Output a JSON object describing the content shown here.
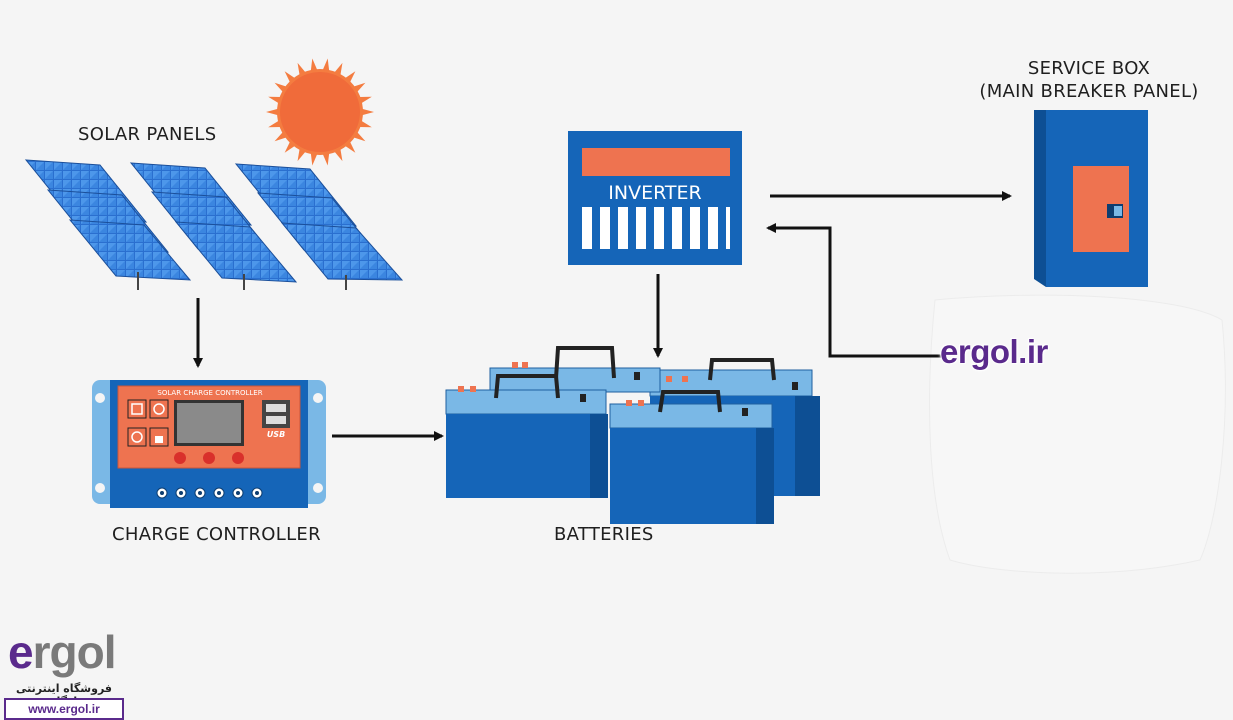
{
  "labels": {
    "solar_panels": "SOLAR PANELS",
    "service_box_line1": "SERVICE BOX",
    "service_box_line2": "(MAIN BREAKER PANEL)",
    "inverter": "INVERTER",
    "charge_controller": "CHARGE CONTROLLER",
    "batteries": "BATTERIES",
    "controller_header": "SOLAR CHARGE CONTROLLER",
    "usb": "USB"
  },
  "watermark": {
    "text": "ergol.ir"
  },
  "logo": {
    "word_e": "e",
    "word_rest": "rgol",
    "tagline": "فروشگاه اینترنتی ارگل",
    "url": "www.ergol.ir"
  },
  "colors": {
    "background": "#f5f5f5",
    "primary_blue": "#1565b8",
    "dark_blue": "#0d4f94",
    "light_blue": "#7ab8e6",
    "orange": "#ee7350",
    "sun": "#f47c40",
    "brand_purple": "#5a2a8c",
    "arrow": "#111111"
  }
}
